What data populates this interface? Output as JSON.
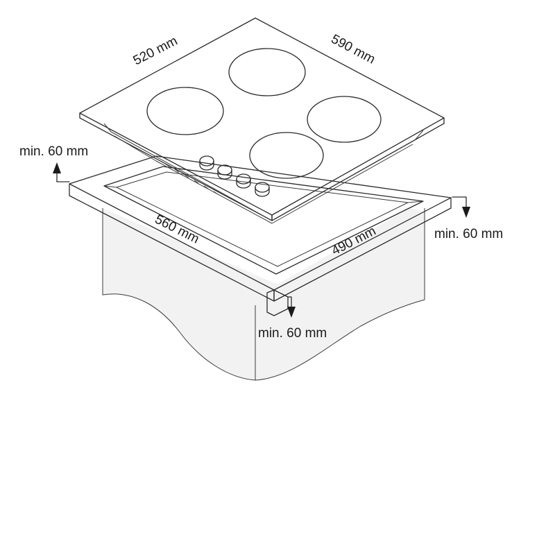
{
  "dimensions": {
    "hob_width": "590 mm",
    "hob_depth": "520 mm",
    "cutout_width": "560 mm",
    "cutout_depth": "490 mm"
  },
  "clearances": {
    "left": "min. 60 mm",
    "right": "min. 60 mm",
    "front": "min. 60 mm"
  },
  "colors": {
    "line": "#2a2a2a",
    "cabinet_fill": "#f2f2f2",
    "background": "#ffffff"
  },
  "icons": {
    "clearance_arrow_up": "arrow-up-icon",
    "clearance_arrow_down": "arrow-down-icon"
  }
}
